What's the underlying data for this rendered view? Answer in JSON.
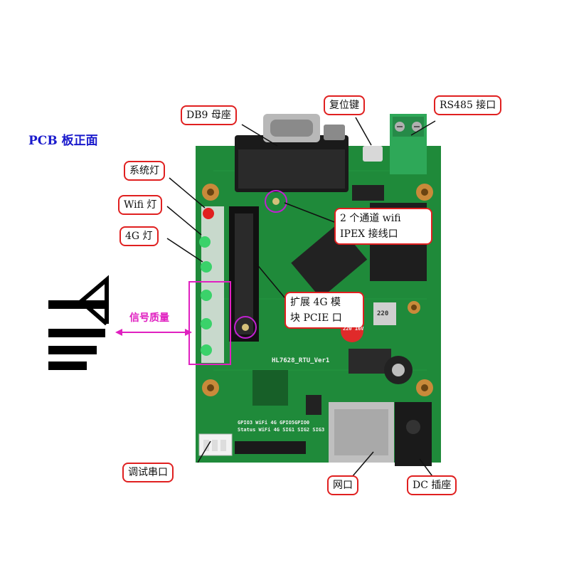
{
  "title": "PCB 板正面",
  "callouts": {
    "db9": "DB9 母座",
    "reset": "复位键",
    "rs485": "RS485 接口",
    "sys_led": "系统灯",
    "wifi_led": "Wifi 灯",
    "led_4g": "4G 灯",
    "wifi_ipex_line1": "2 个通道 wifi",
    "wifi_ipex_line2": "IPEX 接线口",
    "pcie_line1": "扩展 4G 模",
    "pcie_line2": "块 PCIE 口",
    "signal_quality": "信号质量",
    "debug_serial": "调试串口",
    "ethernet": "网口",
    "dc_socket": "DC 插座"
  },
  "board_silkscreen": {
    "model": "HL7628_RTU_Ver1",
    "cap": "220",
    "cap_value": "220 16V",
    "bottom_row1": "GPIO3 WiFi 4G GPIO5GPIO0",
    "bottom_row2": "Status WiFi 4G SIG1 SIG2 SIG3"
  },
  "colors": {
    "callout_border": "#e02020",
    "title": "#1a1acc",
    "pcb_green": "#1f8a3a",
    "signal_box": "#e020c0",
    "circle_marker": "#c020d0"
  },
  "icons": {
    "signal_strength": "signal-antenna-icon"
  }
}
